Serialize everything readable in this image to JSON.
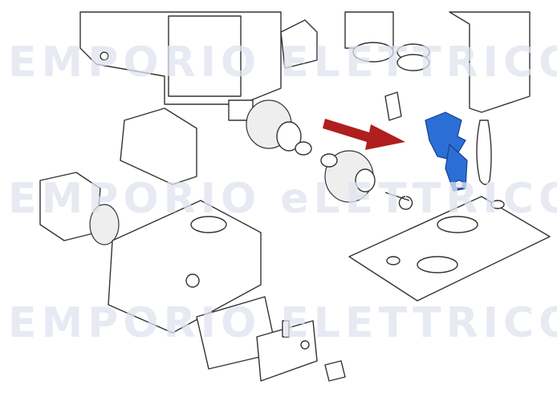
{
  "watermark": {
    "text_line_1": "EMPORIO ELETTRICO",
    "text_line_2": "EMPORIO eLETTRICO",
    "text_line_3": "EMPORIO ELETTRICO"
  },
  "colors": {
    "highlight_part": "#2b6fd6",
    "arrow": "#b01e1e",
    "line_art": "#333333"
  },
  "highlighted_part": "blue-lever-part",
  "pointer": "red-arrow"
}
